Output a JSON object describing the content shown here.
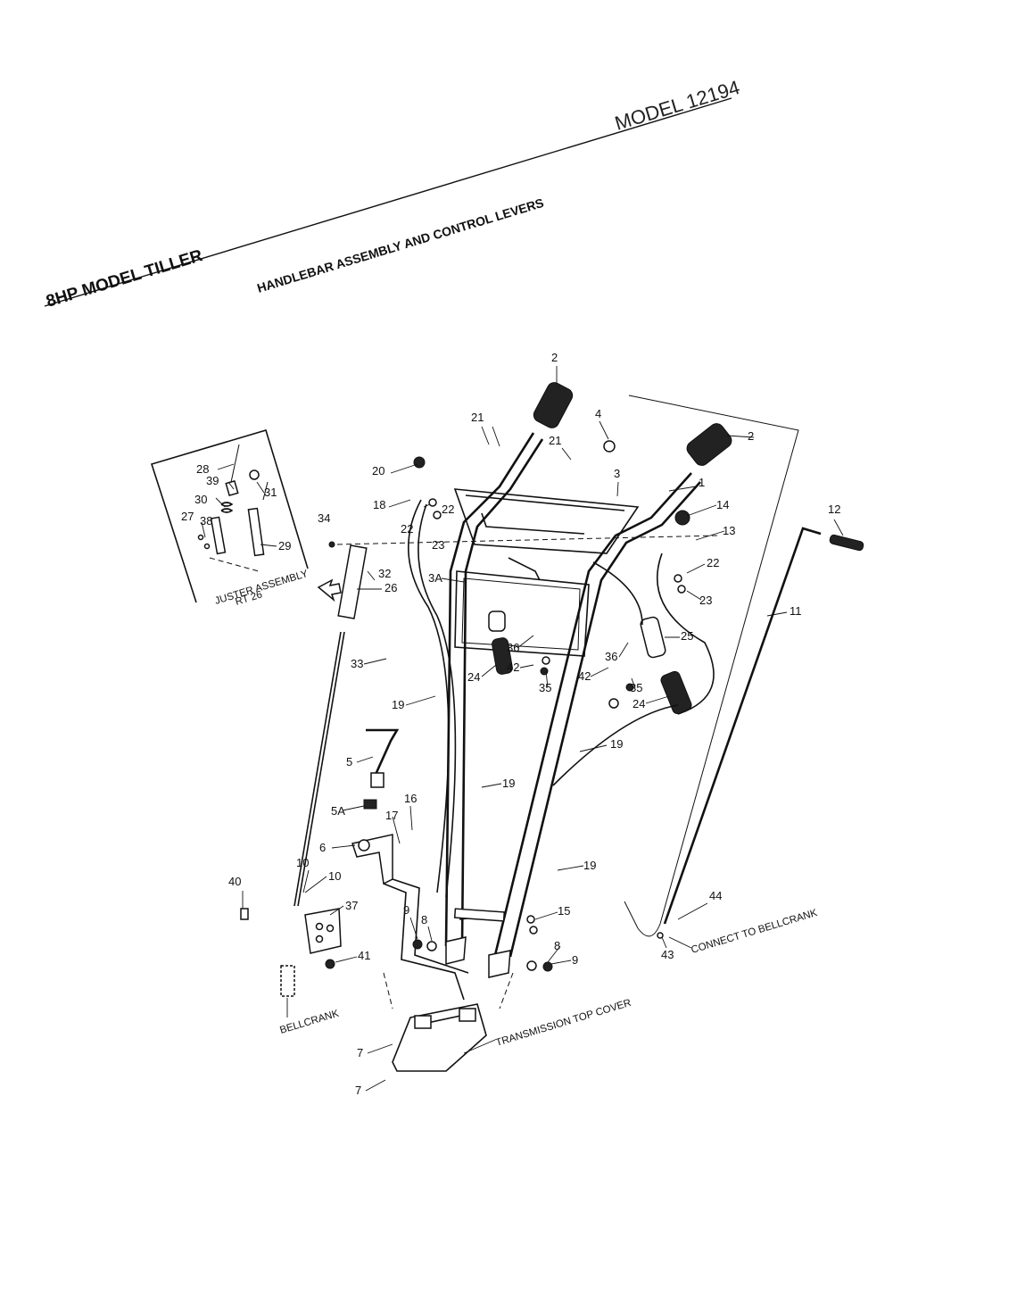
{
  "header": {
    "model": "MODEL 12194",
    "title": "8HP MODEL TILLER",
    "subtitle": "HANDLEBAR ASSEMBLY AND CONTROL LEVERS"
  },
  "inset": {
    "caption_line1": "JUSTER ASSEMBLY",
    "caption_line2": "RT 26"
  },
  "notes": {
    "bellcrank": "BELLCRANK",
    "transmission_top_cover": "TRANSMISSION TOP COVER",
    "connect_to_bellcrank": "CONNECT TO BELLCRANK"
  },
  "part_labels": [
    "2",
    "2",
    "4",
    "21",
    "21",
    "20",
    "3",
    "1",
    "18",
    "22",
    "22",
    "23",
    "34",
    "14",
    "13",
    "12",
    "22",
    "23",
    "32",
    "26",
    "3A",
    "28",
    "39",
    "31",
    "30",
    "27",
    "38",
    "29",
    "36",
    "42",
    "36",
    "42",
    "35",
    "35",
    "25",
    "24",
    "24",
    "19",
    "19",
    "19",
    "19",
    "33",
    "11",
    "5",
    "5A",
    "16",
    "17",
    "6",
    "10",
    "10",
    "40",
    "37",
    "41",
    "9",
    "8",
    "15",
    "8",
    "9",
    "44",
    "43",
    "7",
    "7"
  ]
}
